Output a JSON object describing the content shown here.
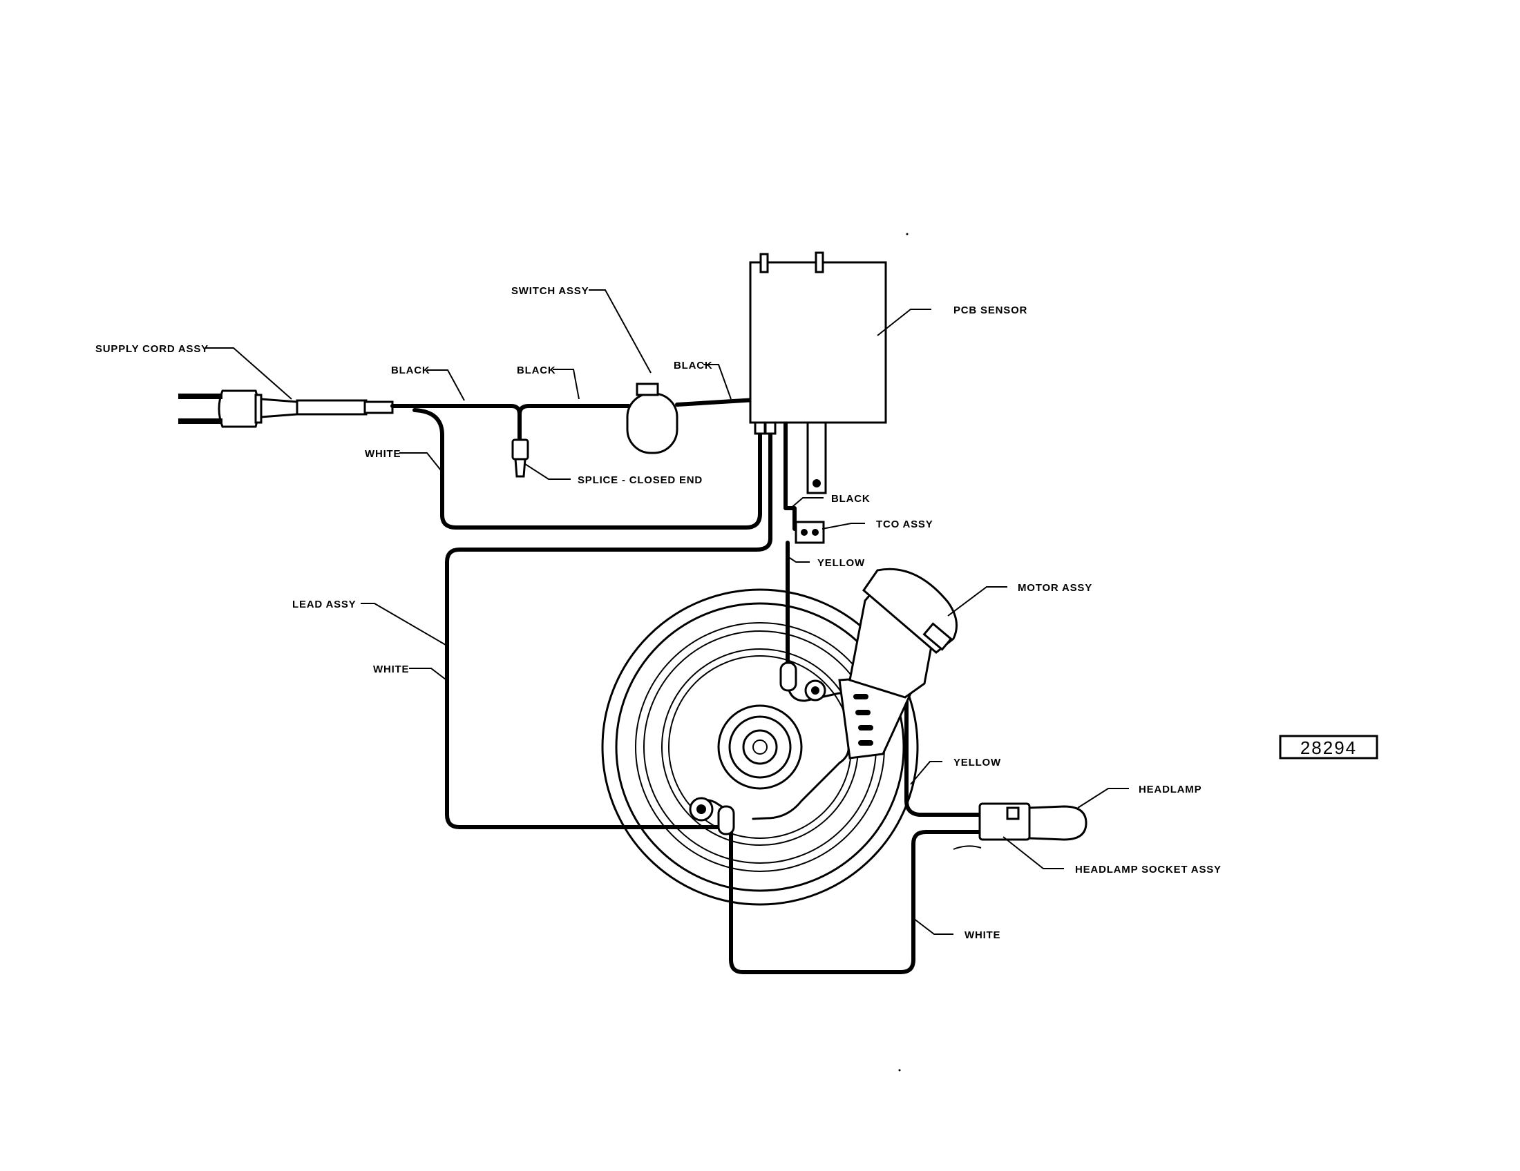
{
  "labels": {
    "supply_cord_assy": "SUPPLY CORD ASSY",
    "black_1": "BLACK",
    "black_2": "BLACK",
    "black_3": "BLACK",
    "black_4": "BLACK",
    "switch_assy": "SWITCH ASSY",
    "white_1": "WHITE",
    "white_2": "WHITE",
    "white_3": "WHITE",
    "splice_closed_end": "SPLICE - CLOSED END",
    "pcb_sensor": "PCB SENSOR",
    "tco_assy": "TCO ASSY",
    "yellow_1": "YELLOW",
    "yellow_2": "YELLOW",
    "motor_assy": "MOTOR ASSY",
    "lead_assy": "LEAD ASSY",
    "headlamp": "HEADLAMP",
    "headlamp_socket_assy": "HEADLAMP SOCKET ASSY"
  },
  "drawing_id": "28294"
}
